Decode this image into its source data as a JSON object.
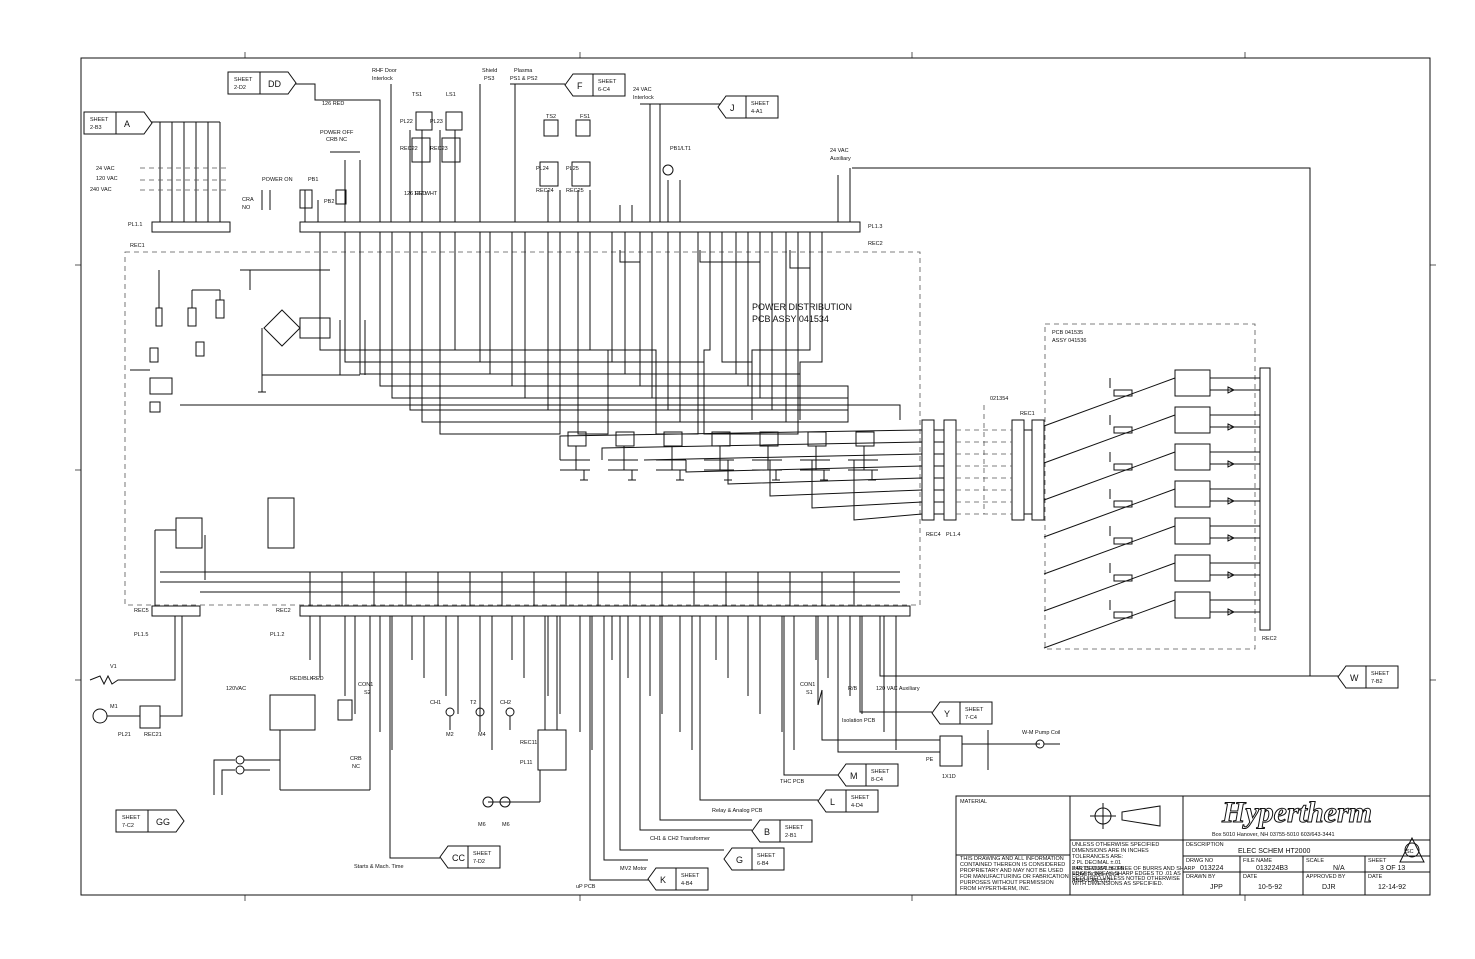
{
  "title_block": {
    "company": "Hypertherm",
    "address": "Box 5010 Hanover, NH 03755-5010 603/643-3441",
    "description_label": "DESCRIPTION",
    "description": "ELEC SCHEM HT2000",
    "material_label": "MATERIAL",
    "drawing_no_label": "DRWG NO",
    "drawing_no": "013224",
    "file_name_label": "FILE NAME",
    "file_name": "013224B3",
    "scale_label": "SCALE",
    "scale": "N/A",
    "sheet_label": "SHEET",
    "sheet": "3 OF 13",
    "drawn_by_label": "DRAWN BY",
    "drawn_by": "JPP",
    "drawn_date": "10-5-92",
    "approved_by_label": "APPROVED BY",
    "approved_by": "DJR",
    "approved_date": "12-14-92",
    "date_label": "DATE",
    "rev": "SC",
    "tolerance_note": [
      "UNLESS OTHERWISE SPECIFIED",
      "DIMENSIONS ARE IN INCHES",
      "TOLERANCES ARE:",
      "2 PL DECIMAL ±.01",
      "3 PL DECIMAL ±.005",
      "FRACTIONS ±1/64",
      "ANGULAR ±1/2°"
    ],
    "finish_note": [
      "PARTS MUST BE FREE OF BURRS AND SHARP",
      "EDGES. BREAK SHARP EDGES TO .01 AS",
      "REQUIRED UNLESS NOTED OTHERWISE",
      "WITH DIMENSIONS AS SPECIFIED."
    ],
    "proprietary_note": [
      "THIS DRAWING AND ALL INFORMATION",
      "CONTAINED THEREON IS CONSIDERED",
      "PROPRIETARY AND MAY NOT BE USED",
      "FOR MANUFACTURING OR FABRICATION",
      "PURPOSES WITHOUT PERMISSION",
      "FROM HYPERTHERM, INC."
    ]
  },
  "pcb_main": {
    "title": "POWER DISTRIBUTION",
    "assy": "PCB ASSY 041534"
  },
  "pcb_side": {
    "title": "PCB 041535",
    "assy": "ASSY 041536",
    "ref": "021354"
  },
  "sheet_refs": [
    {
      "id": "A",
      "text": [
        "SHEET",
        "2-B3"
      ]
    },
    {
      "id": "DD",
      "text": [
        "SHEET",
        "2-D2"
      ]
    },
    {
      "id": "F",
      "text": [
        "SHEET",
        "6-C4"
      ]
    },
    {
      "id": "J",
      "text": [
        "SHEET",
        "4-A1"
      ]
    },
    {
      "id": "W",
      "text": [
        "SHEET",
        "7-B2"
      ]
    },
    {
      "id": "Y",
      "text": [
        "SHEET",
        "7-C4"
      ]
    },
    {
      "id": "M",
      "text": [
        "SHEET",
        "8-C4"
      ]
    },
    {
      "id": "L",
      "text": [
        "SHEET",
        "4-D4"
      ]
    },
    {
      "id": "B",
      "text": [
        "SHEET",
        "2-B1"
      ]
    },
    {
      "id": "G",
      "text": [
        "SHEET",
        "6-B4"
      ]
    },
    {
      "id": "K",
      "text": [
        "SHEET",
        "4-B4"
      ]
    },
    {
      "id": "CC",
      "text": [
        "SHEET",
        "7-D2"
      ]
    },
    {
      "id": "GG",
      "text": [
        "SHEET",
        "7-C2"
      ]
    }
  ],
  "labels": {
    "v24": "24 VAC",
    "v120": "120 VAC",
    "v240": "240 VAC",
    "pl1_1": "PL1.1",
    "rec1": "REC1",
    "pl1_3": "PL1.3",
    "rec2": "REC2",
    "power_on": "POWER ON",
    "power_off": "POWER OFF",
    "crb_nc": "CRB NC",
    "cra": "CRA",
    "no": "NO",
    "pb1": "PB1",
    "pb2": "PB2",
    "rhf1": "RHF Door",
    "rhf2": "Interlock",
    "shield1": "Shield",
    "shield2": "PS3",
    "plasma1": "Plasma",
    "plasma2": "PS1 & PS2",
    "v24_il1": "24 VAC",
    "v24_il2": "Interlock",
    "v24_aux1": "24 VAC",
    "v24_aux2": "Auxiliary",
    "w126": "126 RED",
    "w126b": "126 RED",
    "w127": "127 WHT",
    "ts1": "TS1",
    "ls1": "LS1",
    "ts2": "TS2",
    "fs1": "FS1",
    "pl22": "PL22",
    "rec22": "REC22",
    "pl23": "PL23",
    "rec23": "REC23",
    "pl24": "PL24",
    "rec24": "REC24",
    "pl25": "PL25",
    "rec25": "REC25",
    "pb1lt": "PB1/LT1",
    "rec4": "REC4",
    "pl14": "PL1.4",
    "rec1b": "REC1",
    "rec2b": "REC2",
    "rec5": "REC5",
    "pl15": "PL1.5",
    "rec2c": "REC2",
    "pl12": "PL1.2",
    "v1": "V1",
    "m1": "M1",
    "pl21": "PL21",
    "rec21": "REC21",
    "v120ac": "120VAC",
    "redblk": "RED/BLK",
    "red": "RED",
    "con1s2": "CON1",
    "s2": "S2",
    "con1s1": "CON1",
    "s1": "S1",
    "crb": "CRB",
    "nc": "NC",
    "ch1": "CH1",
    "t2": "T2",
    "ch2": "CH2",
    "m2": "M2",
    "m4": "M4",
    "rec11": "REC11",
    "pl11": "PL11",
    "m6a": "M6",
    "m6b": "M6",
    "rb": "R/B",
    "aux120": "120 VAC Auxiliary",
    "isolation": "Isolation PCB",
    "wm": "W-M Pump Coil",
    "pe": "PE",
    "tb": "1X1D",
    "thc": "THC PCB",
    "relay": "Relay & Analog PCB",
    "transformer": "CH1 & CH2 Transformer",
    "mv2": "MV2 Motor",
    "up": "uP PCB",
    "starts": "Starts & Mach. Time"
  }
}
